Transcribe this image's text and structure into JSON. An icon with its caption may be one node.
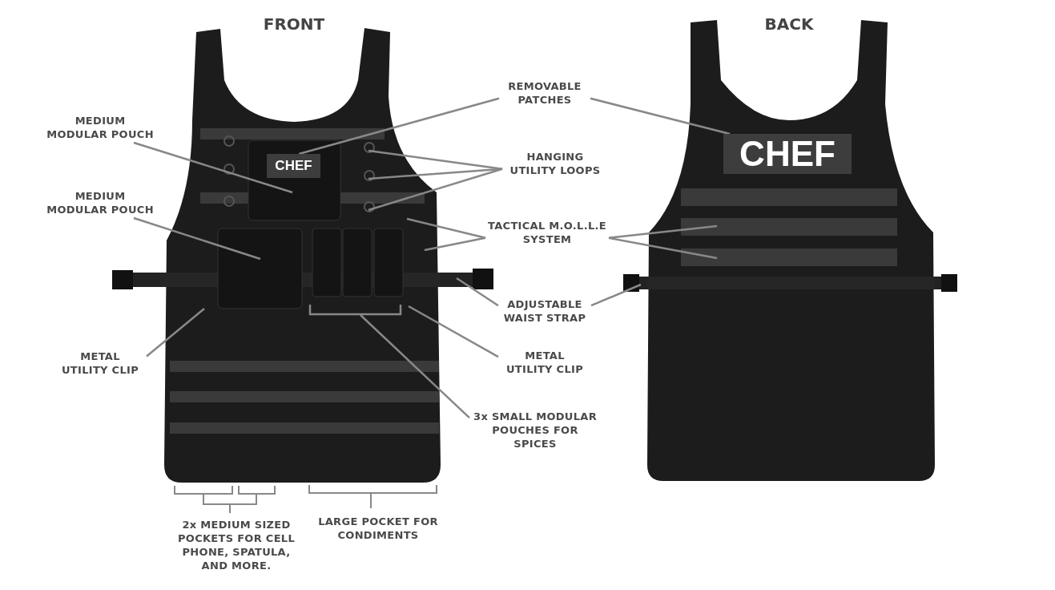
{
  "diagram": {
    "nodes": [
      {
        "text": [
          "CHEF"
        ]
      },
      {
        "text": [
          "CHEF"
        ]
      },
      {
        "text": [
          "MEDIUM MODULAR POUCH"
        ]
      },
      {
        "text": [
          "MEDIUM MODULAR POUCH"
        ]
      },
      {
        "text": [
          "METAL UTILITY CLIP"
        ]
      },
      {
        "text": [
          "REMOVABLE PATCHES"
        ]
      },
      {
        "text": [
          "HANGING UTILITY LOOPS"
        ]
      },
      {
        "text": [
          "TACTICAL M.O.L.L.E SYSTEM"
        ]
      },
      {
        "text": [
          "ADJUSTABLE WAIST STRAP"
        ]
      },
      {
        "text": [
          "METAL UTILITY CLIP"
        ]
      },
      {
        "text": [
          "3x SMALL MODULAR POUCHES FOR SPICES"
        ]
      },
      {
        "text": [
          "2x MEDIUM SIZED POCKETS FOR CELL PHONE, SPATULA, AND MORE."
        ]
      },
      {
        "text": [
          "LARGE POCKET FOR CONDIMENTS"
        ]
      }
    ],
    "edges": [
      {
        "from": 2,
        "to": null,
        "arrow": "none"
      },
      {
        "from": 3,
        "to": null,
        "arrow": "none"
      },
      {
        "from": 4,
        "to": null,
        "arrow": "none"
      },
      {
        "from": 5,
        "to": 0,
        "arrow": "none"
      },
      {
        "from": 5,
        "to": 1,
        "arrow": "none"
      },
      {
        "from": 6,
        "to": null,
        "arrow": "none"
      },
      {
        "from": 6,
        "to": null,
        "arrow": "none"
      },
      {
        "from": 6,
        "to": null,
        "arrow": "none"
      },
      {
        "from": 7,
        "to": null,
        "arrow": "none"
      },
      {
        "from": 7,
        "to": null,
        "arrow": "none"
      },
      {
        "from": 7,
        "to": null,
        "arrow": "none"
      },
      {
        "from": 7,
        "to": null,
        "arrow": "none"
      },
      {
        "from": 8,
        "to": null,
        "arrow": "none"
      },
      {
        "from": 8,
        "to": null,
        "arrow": "none"
      },
      {
        "from": 9,
        "to": null,
        "arrow": "none"
      },
      {
        "from": 10,
        "to": null,
        "arrow": "none"
      }
    ],
    "labels": [
      "FRONT",
      "BACK"
    ]
  }
}
